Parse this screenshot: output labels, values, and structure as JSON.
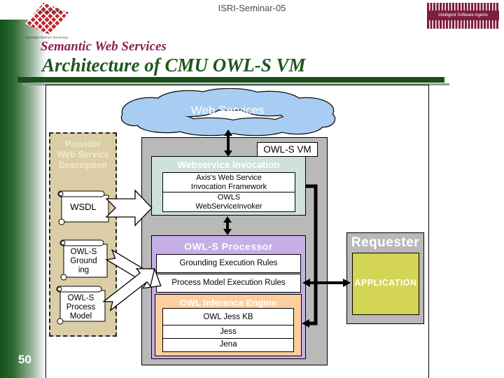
{
  "header": {
    "seminar": "ISRI-Seminar-05",
    "cmu_logo_text": "Carnegie Mellon",
    "cmu_caption": "Carnegie Mellon University",
    "isa_logo_text": "Intelligent Software Agents"
  },
  "titles": {
    "subtitle": "Semantic Web Services",
    "title": "Architecture of CMU OWL-S VM"
  },
  "slide_number": "50",
  "diagram": {
    "cloud_label": "Web Services",
    "vm_label": "OWL-S VM",
    "provider": {
      "line1": "Provider",
      "line2": "Web Service",
      "line3": "Description"
    },
    "scrolls": {
      "wsdl": "WSDL",
      "grounding_l1": "OWL-S",
      "grounding_l2": "Ground",
      "grounding_l3": "ing",
      "process_l1": "OWL-S",
      "process_l2": "Process",
      "process_l3": "Model"
    },
    "ws_invocation": {
      "title": "Webservice Invocation",
      "cell1_line1": "Axis's Web Service",
      "cell1_line2": "Invocation Framework",
      "cell2_line1": "OWLS",
      "cell2_line2": "WebServiceInvoker"
    },
    "processor": {
      "title": "OWL-S Processor",
      "rule1": "Grounding Execution Rules",
      "rule2": "Process Model Execution Rules"
    },
    "inference": {
      "title": "OWL Inference Engine",
      "rows": [
        "OWL Jess KB",
        "Jess",
        "Jena"
      ]
    },
    "requester": {
      "title": "Requester",
      "application": "APPLICATION"
    }
  },
  "colors": {
    "accent_green": "#1a4d1a",
    "title_magenta": "#8b2152",
    "maroon_logo": "#7e1d3e",
    "cmu_red": "#c1272d",
    "cloud_blue": "#a9cdf2",
    "box_gray": "#b9b9b9",
    "teal": "#cfe1db",
    "purple": "#c7aee6",
    "orange": "#fdce9e",
    "app_yellow": "#d4d455",
    "provider_tan": "#dbcda5"
  }
}
